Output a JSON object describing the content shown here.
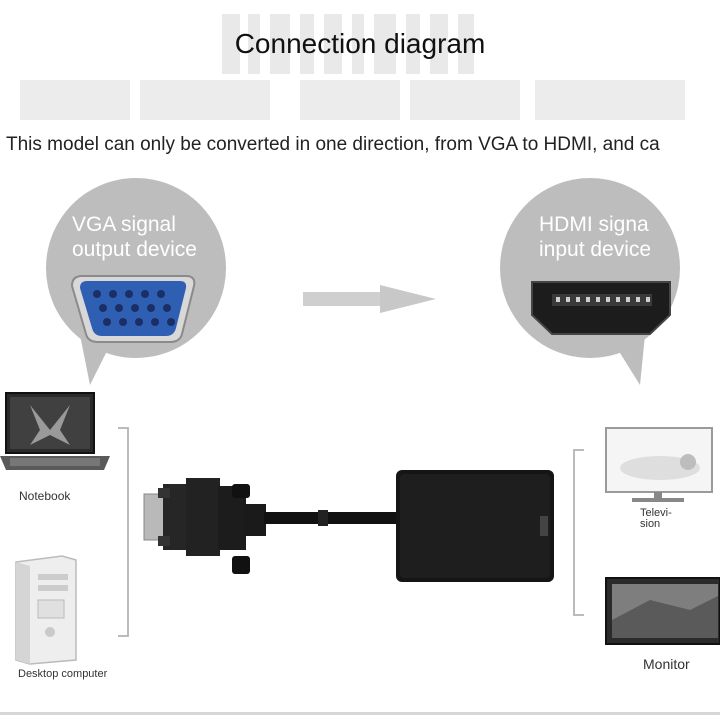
{
  "title": "Connection diagram",
  "subtitle": "This model can only be converted in one direction, from VGA to HDMI, and ca",
  "source_bubble": {
    "label_line1": "VGA signal",
    "label_line2": "output device",
    "connector_icon": "vga-port-icon",
    "color": "#bdbdbd"
  },
  "target_bubble": {
    "label_line1": "HDMI signa",
    "label_line2": "input device",
    "connector_icon": "hdmi-port-icon",
    "color": "#bdbdbd"
  },
  "source_devices": [
    {
      "label": "Notebook",
      "icon": "laptop-icon"
    },
    {
      "label": "Desktop computer",
      "icon": "desktop-tower-icon"
    }
  ],
  "target_devices": [
    {
      "label_line1": "Televi-",
      "label_line2": "sion",
      "icon": "television-icon"
    },
    {
      "label": "Monitor",
      "icon": "monitor-icon"
    }
  ],
  "adapter": {
    "icon": "vga-to-hdmi-adapter-icon",
    "color": "#1a1a1a"
  },
  "arrow": {
    "icon": "right-arrow-icon",
    "color": "#c8c8c8"
  }
}
